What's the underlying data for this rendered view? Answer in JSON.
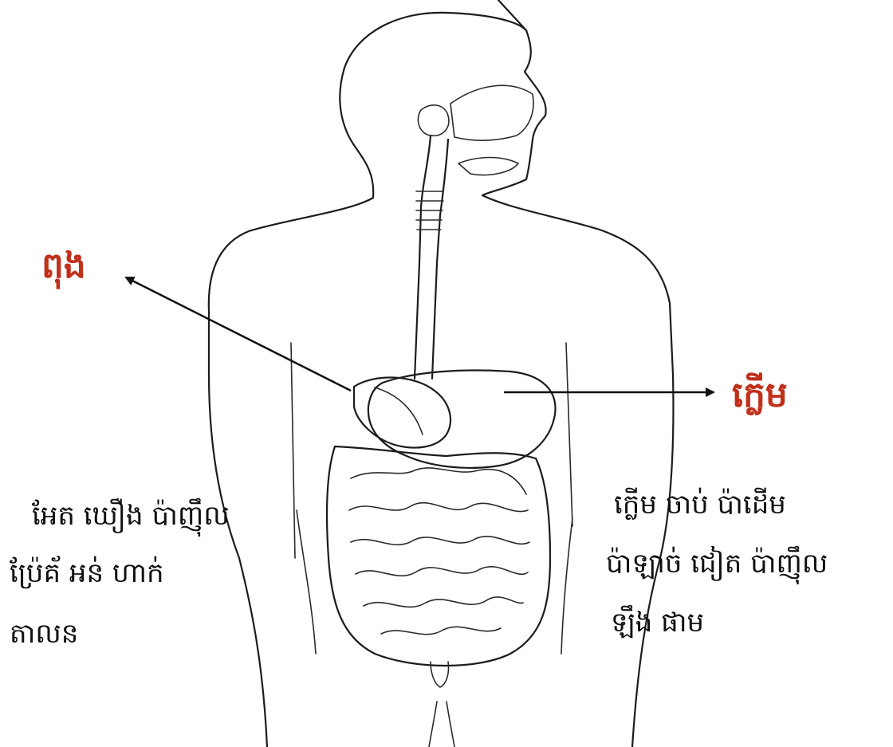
{
  "labels": {
    "stomach": "ពុង",
    "liver": "ក្លើម"
  },
  "notes": {
    "left": [
      "អែត ឃឿង ប៉ាញ៉ឹល",
      "ប្រ៉ែគ័ អន់ ហាក់",
      "តាលន"
    ],
    "right": [
      "ក្លើម ចាប់ ប៉ាដើម",
      "ប៉ាឡាច់ ជៀត ប៉ាញ៉ឹល",
      "ឡឹង ផាម"
    ]
  },
  "colors": {
    "label_red": "#c0301c",
    "ink": "#1c1c1c"
  }
}
